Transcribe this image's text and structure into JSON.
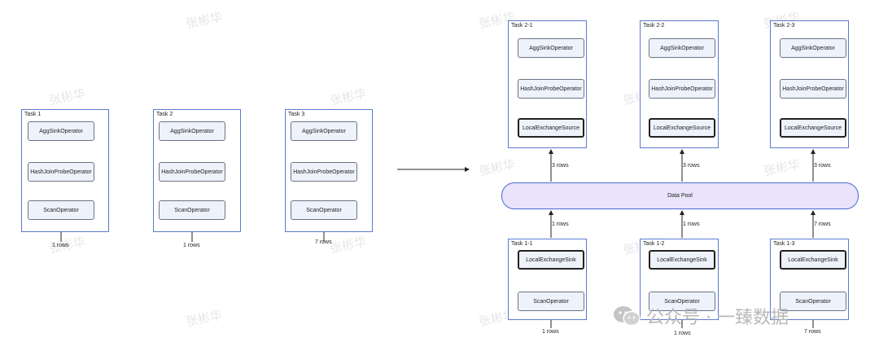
{
  "watermark": "张彬华",
  "footer": {
    "text": "公众号 · 一臻数据",
    "icon": "wechat-icon"
  },
  "colors": {
    "task_border": "#5b7bd0",
    "operator_fill": "#eef2fb",
    "pool_fill": "#e9e3fb"
  },
  "left": {
    "tasks": [
      {
        "title": "Task 1",
        "ops": [
          "AggSinkOperator",
          "HashJoinProbeOperator",
          "ScanOperator"
        ],
        "rows": "1 rows"
      },
      {
        "title": "Task 2",
        "ops": [
          "AggSinkOperator",
          "HashJoinProbeOperator",
          "ScanOperator"
        ],
        "rows": "1 rows"
      },
      {
        "title": "Task 3",
        "ops": [
          "AggSinkOperator",
          "HashJoinProbeOperator",
          "ScanOperator"
        ],
        "rows": "7 rows"
      }
    ]
  },
  "right": {
    "pool_label": "Data Pool",
    "top_tasks": [
      {
        "title": "Task 2-1",
        "ops": [
          "AggSinkOperator",
          "HashJoinProbeOperator",
          "LocalExchangeSource"
        ],
        "rows": "3 rows"
      },
      {
        "title": "Task 2-2",
        "ops": [
          "AggSinkOperator",
          "HashJoinProbeOperator",
          "LocalExchangeSource"
        ],
        "rows": "3 rows"
      },
      {
        "title": "Task 2-3",
        "ops": [
          "AggSinkOperator",
          "HashJoinProbeOperator",
          "LocalExchangeSource"
        ],
        "rows": "3 rows"
      }
    ],
    "bottom_tasks": [
      {
        "title": "Task 1-1",
        "ops": [
          "LocalExchangeSink",
          "ScanOperator"
        ],
        "pool_rows": "1 rows",
        "input_rows": "1 rows"
      },
      {
        "title": "Task 1-2",
        "ops": [
          "LocalExchangeSink",
          "ScanOperator"
        ],
        "pool_rows": "1 rows",
        "input_rows": "1 rows"
      },
      {
        "title": "Task 1-3",
        "ops": [
          "LocalExchangeSink",
          "ScanOperator"
        ],
        "pool_rows": "7 rows",
        "input_rows": "7 rows"
      }
    ]
  }
}
